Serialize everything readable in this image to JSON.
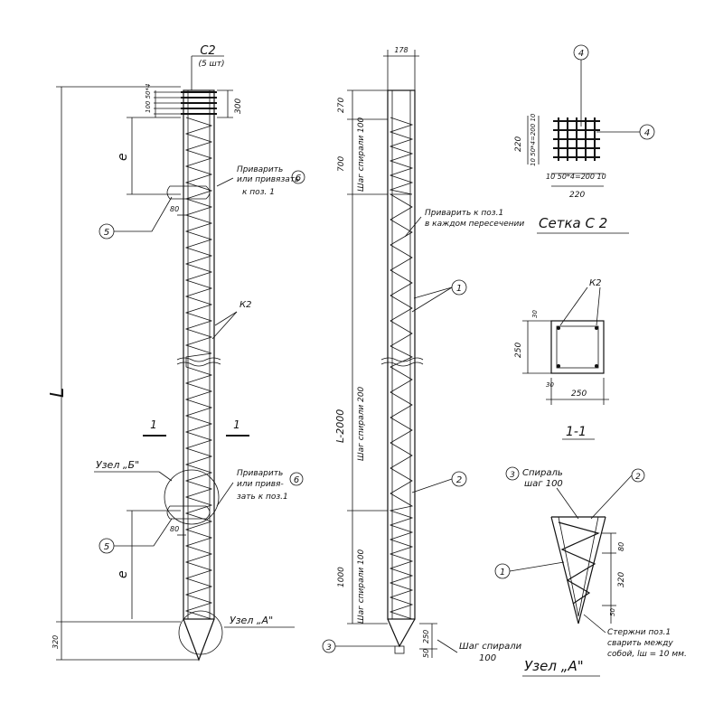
{
  "left_pile": {
    "c2_label": "С2",
    "c2_count": "(5 шт)",
    "dim_top_spacing": "100 50*4",
    "dim_300": "300",
    "dim_e_top": "e",
    "dim_L": "L",
    "dim_320": "320",
    "dim_e1": "e",
    "weld_note_top": [
      "Приварить",
      "или привязать",
      "к поз. 1"
    ],
    "weld_note_bottom": [
      "Приварить",
      "или привя-",
      "зать к поз.1"
    ],
    "callout_5": "5",
    "callout_6": "6",
    "dim_80": "80",
    "k2": "К2",
    "section_mark": "1",
    "node_b": "Узел „Б\"",
    "node_a": "Узел „А\""
  },
  "mid_pile": {
    "dim_178": "178",
    "dim_270": "270",
    "dim_700": "700",
    "spiral_100": "Шаг спирали 100",
    "dim_L2000": "L-2000",
    "spiral_200": "Шаг спирали 200",
    "dim_1000": "1000",
    "spiral_100b": "Шаг спирали 100",
    "weld_note": [
      "Приварить к поз.1",
      "в каждом пересечении"
    ],
    "callout_1": "1",
    "callout_2": "2",
    "callout_3": "3",
    "dim_250": "250",
    "dim_50": "50",
    "tip_note": [
      "Шаг спирали",
      "100"
    ]
  },
  "mesh": {
    "callout_4": "4",
    "dim_220_v": "220",
    "dim_v_detail": "10 50*4=200 10",
    "dim_h_detail": "10 50*4=200 10",
    "dim_220_h": "220",
    "title": "Сетка С 2"
  },
  "section": {
    "k2": "К2",
    "dim_30_top": "30",
    "dim_250_v": "250",
    "dim_30_bot": "30",
    "dim_250_h": "250",
    "title": "1-1"
  },
  "node_a_detail": {
    "spiral_label": [
      "Спираль",
      "шаг 100"
    ],
    "callout_3": "3",
    "callout_2": "2",
    "callout_1": "1",
    "dim_80": "80",
    "dim_320": "320",
    "dim_50": "50",
    "rod_note": [
      "Стержни поз.1",
      "сварить между",
      "собой, lш = 10 мм."
    ],
    "title": "Узел „А\""
  }
}
